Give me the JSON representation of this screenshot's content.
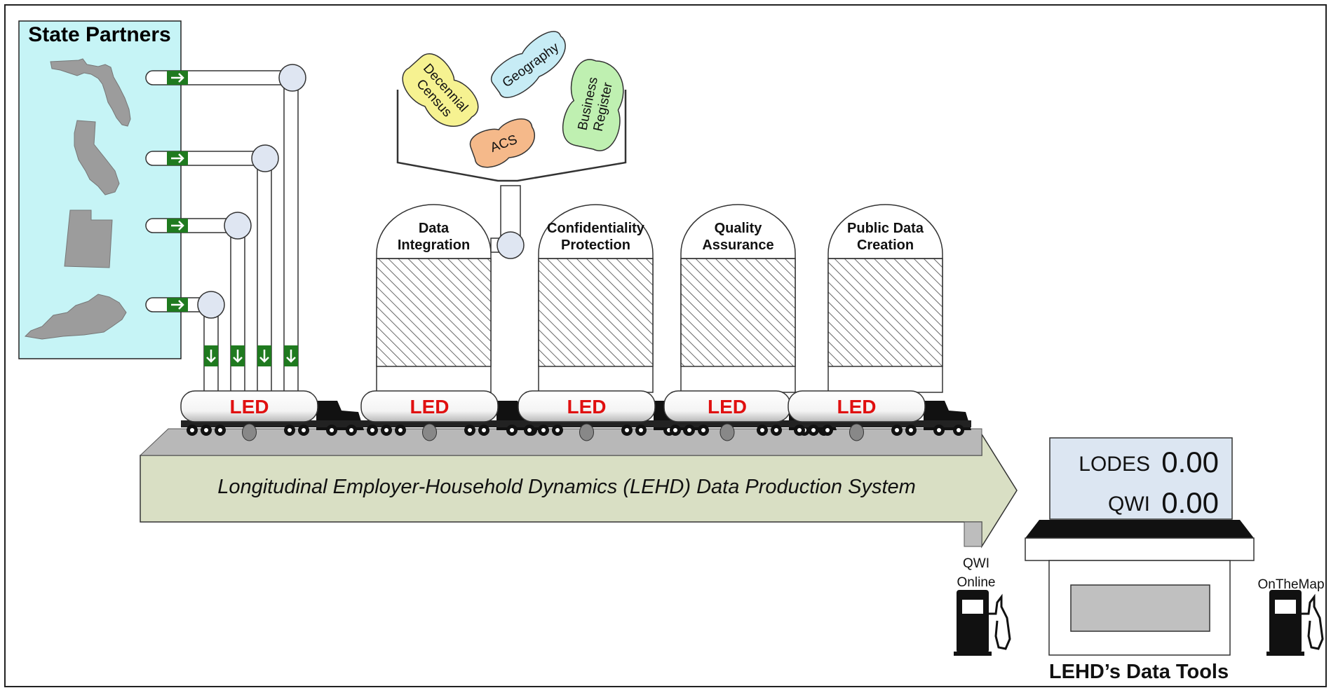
{
  "state_partners": {
    "title": "State Partners",
    "states": [
      {
        "name": "florida-outline-icon"
      },
      {
        "name": "california-outline-icon"
      },
      {
        "name": "utah-outline-icon"
      },
      {
        "name": "kentucky-outline-icon"
      }
    ]
  },
  "inputs": {
    "items": [
      {
        "label_lines": [
          "Decennial",
          "Census"
        ],
        "color": "#f6f291"
      },
      {
        "label_lines": [
          "Geography"
        ],
        "color": "#c7ecf5"
      },
      {
        "label_lines": [
          "Business",
          "Register"
        ],
        "color": "#bff0b1"
      },
      {
        "label_lines": [
          "ACS"
        ],
        "color": "#f5b98a"
      }
    ]
  },
  "silos": [
    {
      "label_lines": [
        "Data",
        "Integration"
      ]
    },
    {
      "label_lines": [
        "Confidentiality",
        "Protection"
      ]
    },
    {
      "label_lines": [
        "Quality",
        "Assurance"
      ]
    },
    {
      "label_lines": [
        "Public Data",
        "Creation"
      ]
    }
  ],
  "tanker_label": "LED",
  "system_label": "Longitudinal Employer-Household Dynamics (LEHD) Data Production System",
  "price_board": {
    "rows": [
      {
        "product": "LODES",
        "price": "0.00"
      },
      {
        "product": "QWI",
        "price": "0.00"
      }
    ]
  },
  "pumps": [
    {
      "label_lines": [
        "QWI",
        "Online"
      ]
    },
    {
      "label_lines": [
        "OnTheMap"
      ]
    }
  ],
  "data_tools_label": "LEHD’s Data Tools",
  "colors": {
    "state_panel": "#c6f4f6",
    "arrow_green": "#1f7a1f",
    "system_arrow": "#d9dfc4",
    "price_board": "#dce6f2",
    "led_red": "#e01010",
    "valve": "#dfe6f2",
    "state_fill": "#9c9c9c"
  }
}
